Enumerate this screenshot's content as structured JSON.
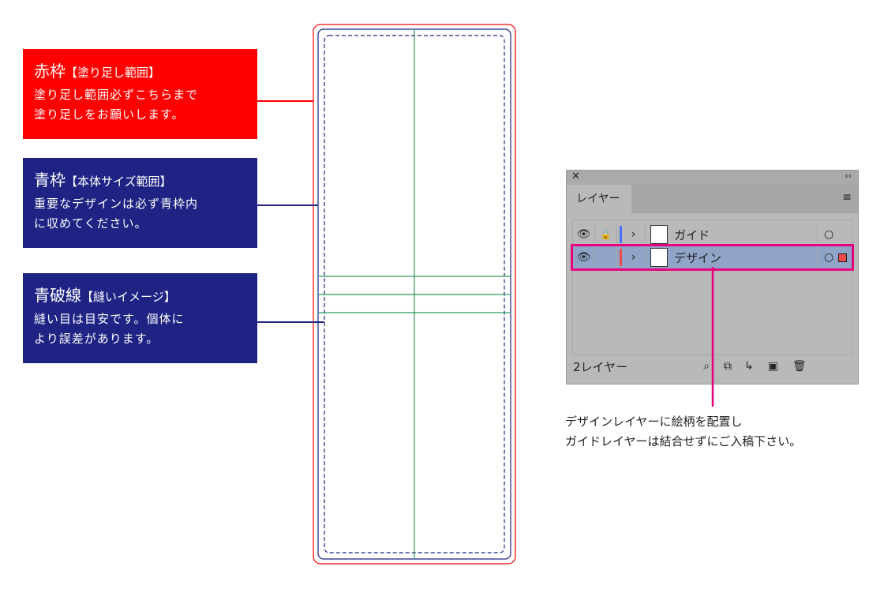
{
  "callouts": [
    {
      "title": "赤枠",
      "sub": "【塗り足し範囲】",
      "desc1": "塗り足し範囲必ずこちらまで",
      "desc2": "塗り足しをお願いします。"
    },
    {
      "title": "青枠",
      "sub": "【本体サイズ範囲】",
      "desc1": "重要なデザインは必ず青枠内",
      "desc2": "に収めてください。"
    },
    {
      "title": "青破線",
      "sub": "【縫いイメージ】",
      "desc1": "縫い目は目安です。個体に",
      "desc2": "より誤差があります。"
    }
  ],
  "panel": {
    "tab": "レイヤー",
    "layers": [
      {
        "name": "ガイド",
        "color": "#4a6cff"
      },
      {
        "name": "デザイン",
        "color": "#ef4b4b"
      }
    ],
    "count": "2レイヤー"
  },
  "note": {
    "line1": "デザインレイヤーに絵柄を配置し",
    "line2": "ガイドレイヤーは結合せずにご入稿下さい。"
  },
  "colors": {
    "bleed": "#ff0000",
    "trim": "#1e2384",
    "guide": "#2e9a5c",
    "highlight": "#e6007e"
  }
}
